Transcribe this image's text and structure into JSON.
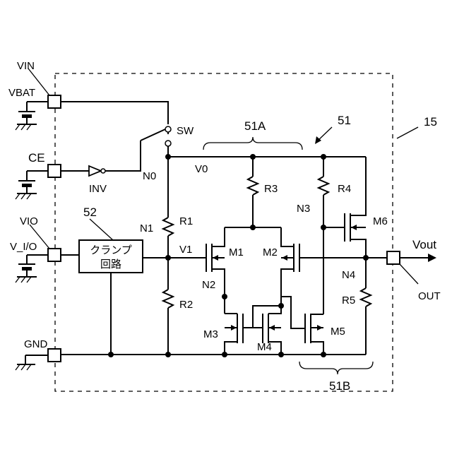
{
  "labels": {
    "vin": "VIN",
    "vbat": "VBAT",
    "ce": "CE",
    "inv": "INV",
    "vio": "VIO",
    "v_io": "V_I/O",
    "gnd": "GND",
    "sw": "SW",
    "n0": "N0",
    "v0": "V0",
    "r1": "R1",
    "r2": "R2",
    "r3": "R3",
    "r4": "R4",
    "r5": "R5",
    "n1": "N1",
    "n2": "N2",
    "n3": "N3",
    "n4": "N4",
    "v1": "V1",
    "m1": "M1",
    "m2": "M2",
    "m3": "M3",
    "m4": "M4",
    "m5": "M5",
    "m6": "M6",
    "vout": "Vout",
    "out": "OUT",
    "block_51": "51",
    "block_51a": "51A",
    "block_51b": "51B",
    "block_52": "52",
    "block_15": "15",
    "clamp_line1": "クランプ",
    "clamp_line2": "回路"
  }
}
